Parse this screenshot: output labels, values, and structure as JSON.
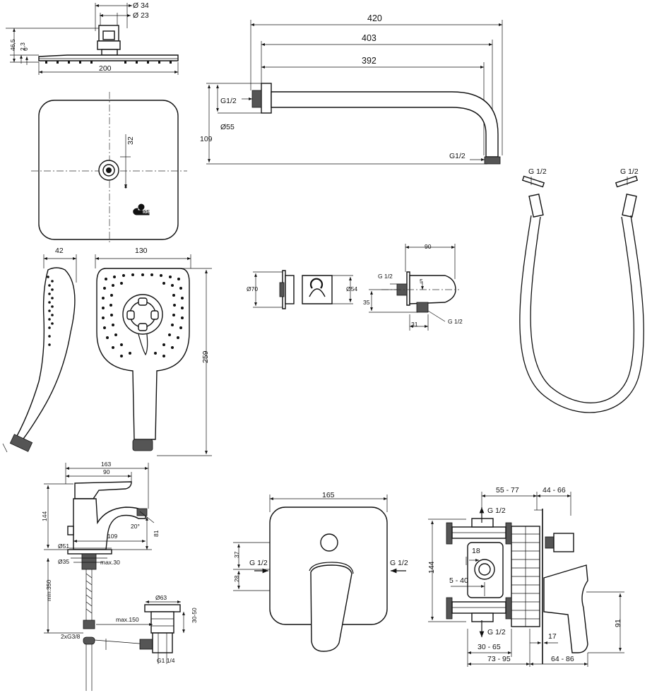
{
  "head_shower": {
    "dims": [
      "Ø 34",
      "Ø 23",
      "46,5",
      "2,3",
      "6",
      "200",
      "32"
    ],
    "brand_mark": "Ideal"
  },
  "shower_arm": {
    "dims": [
      "420",
      "403",
      "392",
      "G1/2",
      "Ø55",
      "109",
      "G1/2"
    ]
  },
  "hose": {
    "labels": [
      "G 1/2",
      "G 1/2"
    ]
  },
  "hand_shower": {
    "dims": [
      "42",
      "130",
      "259"
    ]
  },
  "holder": {
    "dims": [
      "Ø70",
      "Ø54"
    ]
  },
  "outlet_elbow": {
    "dims": [
      "90",
      "G 1/2",
      "5",
      "35",
      "31",
      "G 1/2"
    ]
  },
  "basin_mixer": {
    "dims": [
      "163",
      "90",
      "144",
      "20°",
      "81",
      "109",
      "Ø51",
      "Ø35",
      "max.30",
      "min.350",
      "2xG3/8",
      "max.150",
      "Ø63",
      "30-50",
      "G1 1/4"
    ]
  },
  "bath_cover_plate": {
    "dims": [
      "165",
      "37",
      "28",
      "G 1/2",
      "G 1/2"
    ]
  },
  "concealed_valve": {
    "dims": [
      "55 - 77",
      "44 - 66",
      "G 1/2",
      "18",
      "144",
      "5 - 40",
      "G 1/2",
      "30 - 65",
      "17",
      "91",
      "73 - 95",
      "64 - 86"
    ]
  }
}
